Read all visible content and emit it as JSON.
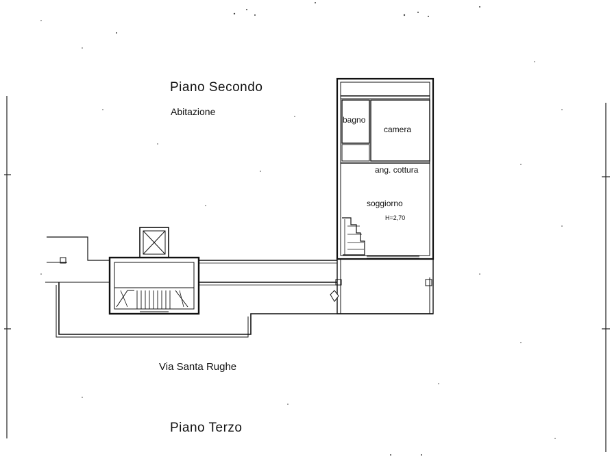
{
  "headings": {
    "floor_second": "Piano  Secondo",
    "usage": "Abitazione",
    "street": "Via Santa Rughe",
    "floor_third": "Piano  Terzo"
  },
  "rooms": {
    "bathroom": "bagno",
    "bedroom": "camera",
    "kitchen_corner": "ang. cottura",
    "living": "soggiorno",
    "height": "H=2,70"
  }
}
